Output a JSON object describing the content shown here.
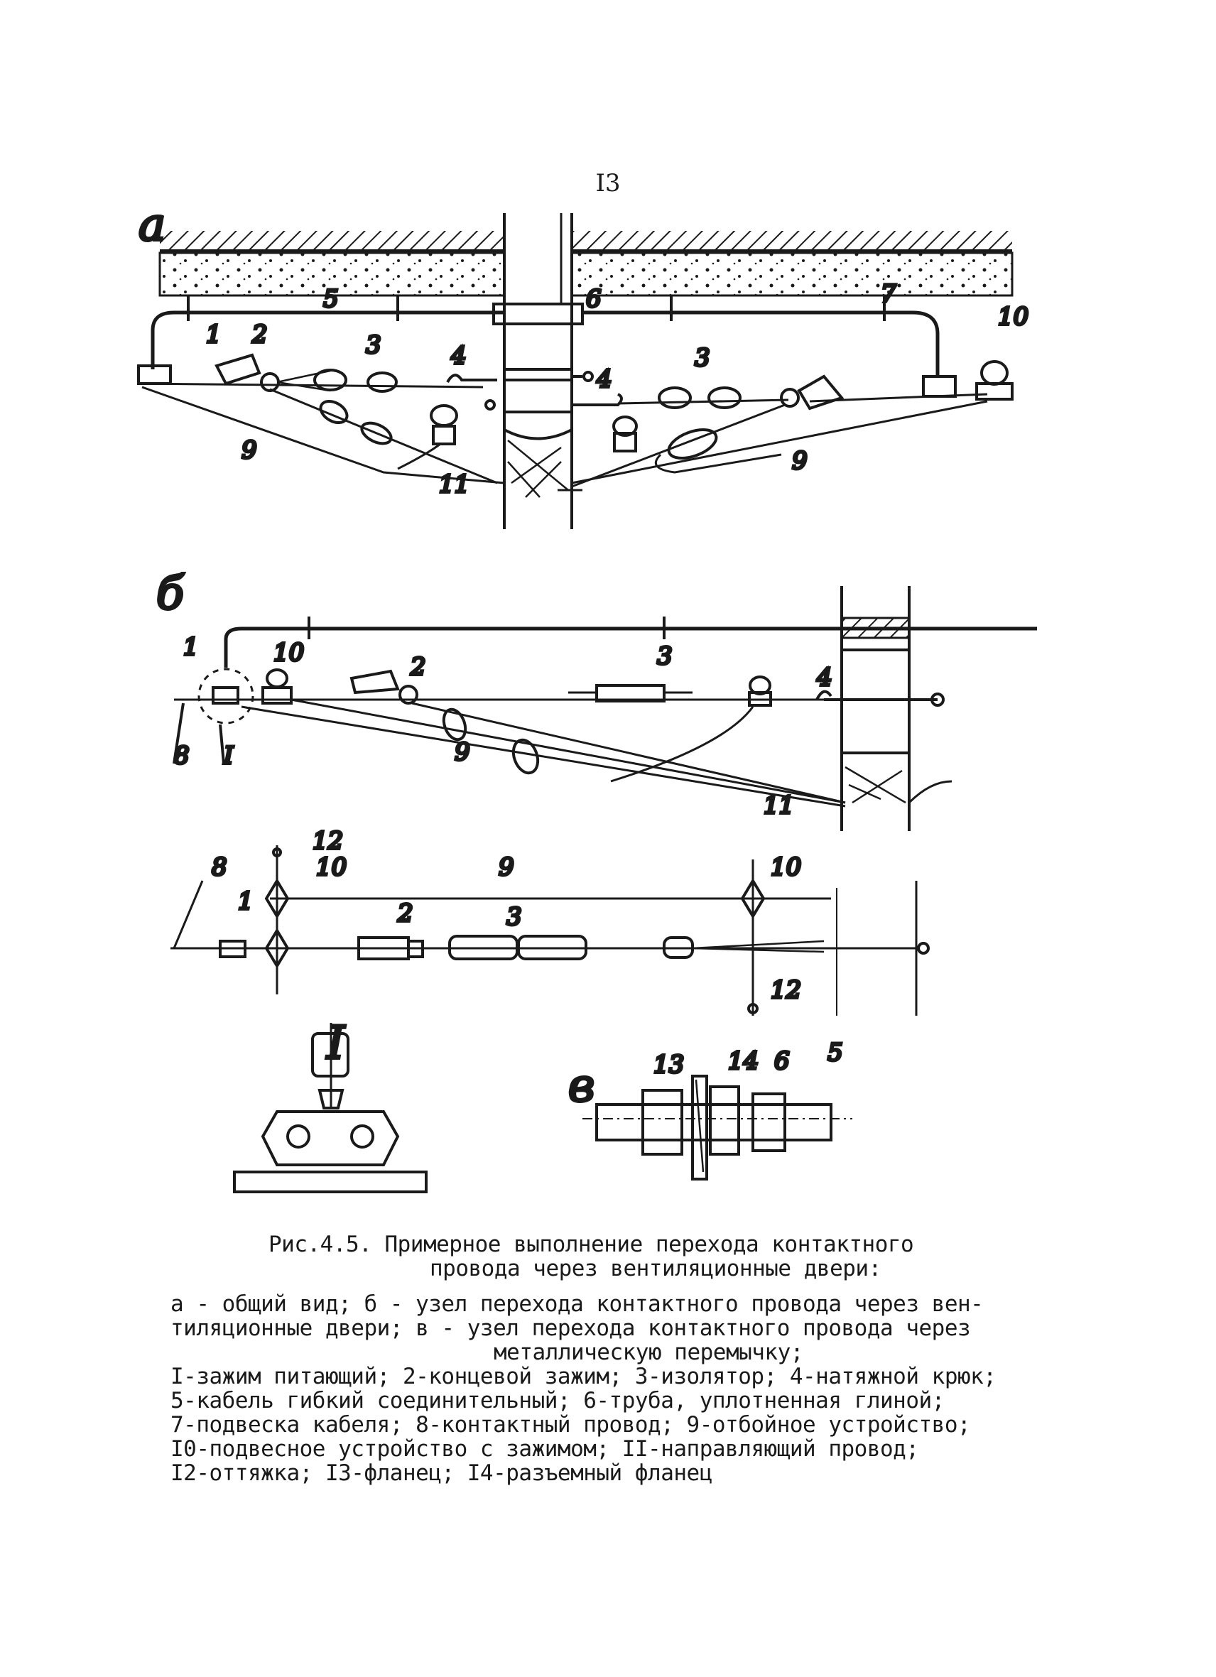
{
  "page_number": "I3",
  "panels": {
    "a": "а",
    "b": "б",
    "v": "в",
    "detail": "I"
  },
  "labels": {
    "n1": "1",
    "n2": "2",
    "n3": "3",
    "n4": "4",
    "n5": "5",
    "n6": "6",
    "n7": "7",
    "n8": "8",
    "n9": "9",
    "n10": "10",
    "n11": "11",
    "n12": "12",
    "n13": "13",
    "n14": "14",
    "roman1": "I"
  },
  "caption": {
    "title_line1": "Рис.4.5. Примерное выполнение перехода контактного",
    "title_line2": "провода через вентиляционные двери:",
    "desc_line1": "а - общий вид; б - узел перехода контактного провода через вен-",
    "desc_line2": "тиляционные двери; в - узел перехода контактного провода через",
    "desc_line3": "металлическую перемычку;",
    "legend_line1": "I-зажим питающий; 2-концевой зажим; 3-изолятор; 4-натяжной крюк;",
    "legend_line2": "5-кабель гибкий соединительный; 6-труба, уплотненная глиной;",
    "legend_line3": "7-подвеска кабеля; 8-контактный провод; 9-отбойное устройство;",
    "legend_line4": "I0-подвесное устройство с зажимом; II-направляющий провод;",
    "legend_line5": "I2-оттяжка; I3-фланец; I4-разъемный фланец"
  }
}
